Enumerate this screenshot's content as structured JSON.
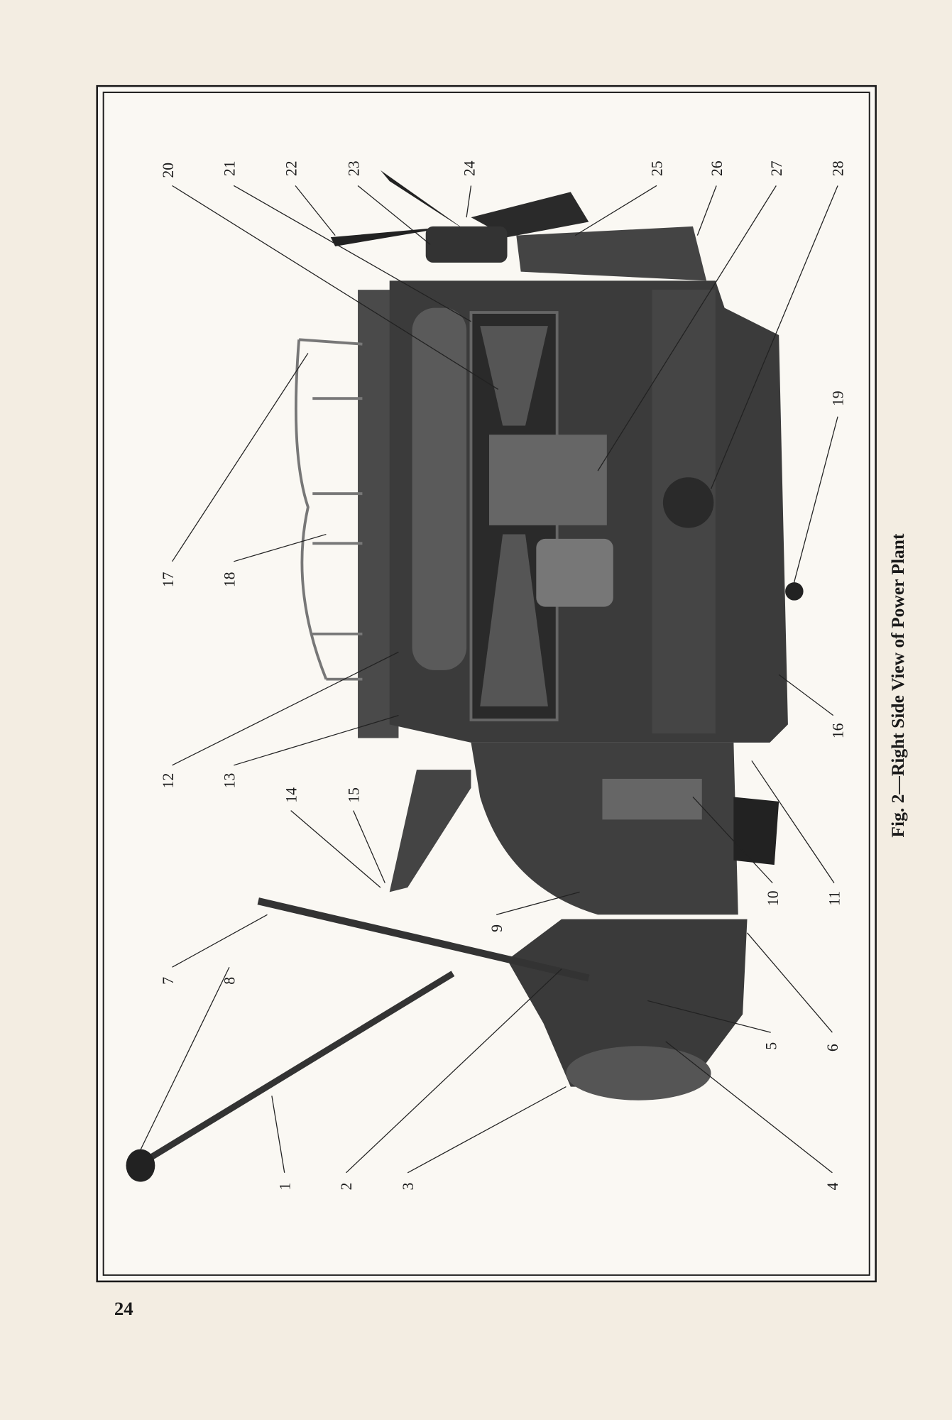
{
  "page_number": "24",
  "caption": "Fig. 2—Right Side View of Power Plant",
  "figure_labels": [
    "1",
    "2",
    "3",
    "4",
    "5",
    "6",
    "7",
    "8",
    "9",
    "10",
    "11",
    "12",
    "13",
    "14",
    "15",
    "16",
    "17",
    "18",
    "19",
    "20",
    "21",
    "22",
    "23",
    "24",
    "25",
    "26",
    "27",
    "28"
  ],
  "colors": {
    "paper": "#f3ede2",
    "frame_fill": "#faf8f3",
    "ink": "#1a1a1a",
    "engine": "#3b3b3b"
  }
}
